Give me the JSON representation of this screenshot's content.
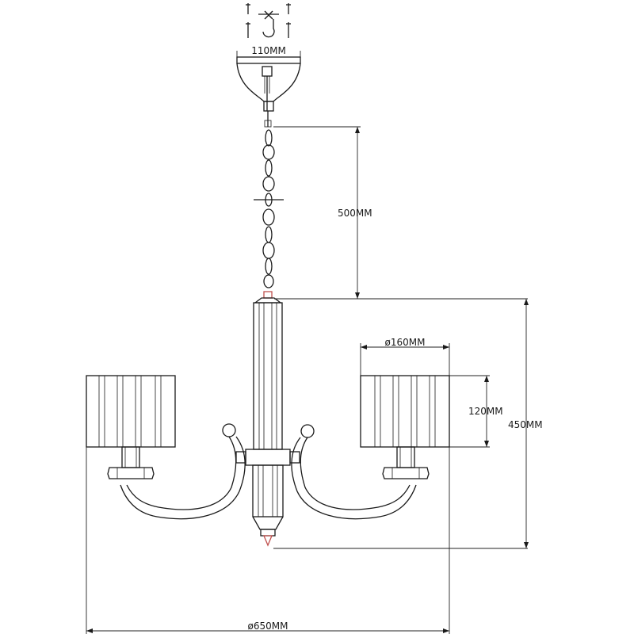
{
  "dimensions": {
    "canopy_width": "110MM",
    "chain_length": "500MM",
    "shade_diameter": "ø160MM",
    "shade_height": "120MM",
    "body_height": "450MM",
    "total_diameter": "ø650MM"
  },
  "colors": {
    "line": "#1a1a1a",
    "accent": "#c0504d"
  }
}
